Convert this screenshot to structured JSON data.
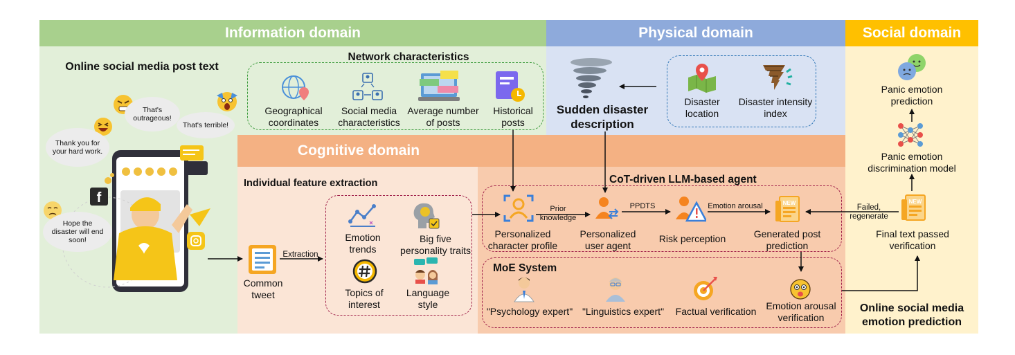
{
  "domains": {
    "information": "Information domain",
    "physical": "Physical domain",
    "social": "Social domain",
    "cognitive": "Cognitive domain"
  },
  "colors": {
    "information_header": "#a8d08d",
    "information_bg": "#e2efd9",
    "physical_header": "#8eaadb",
    "physical_bg": "#d9e2f3",
    "social_header": "#ffc000",
    "social_bg": "#fff2cc",
    "cognitive_header": "#f4b183",
    "cognitive_bg": "#fbe5d6",
    "cognitive_agent_bg": "#f8cbad",
    "green_dash": "#3a9a3a",
    "blue_dash": "#2e75b6",
    "red_dash": "#a0204a"
  },
  "left": {
    "title": "Online social media post text",
    "bubbles": [
      "That's outrageous!",
      "Thank you for your hard work.",
      "That's terrible!",
      "Hope the disaster will end soon!"
    ]
  },
  "network": {
    "title": "Network characteristics",
    "items": [
      {
        "label": "Geographical coordinates",
        "icon": "globe-pin-icon"
      },
      {
        "label": "Social media characteristics",
        "icon": "network-users-icon"
      },
      {
        "label": "Average number of posts",
        "icon": "laptop-posts-icon"
      },
      {
        "label": "Historical posts",
        "icon": "document-clock-icon"
      }
    ]
  },
  "physical": {
    "items": [
      {
        "label": "Disaster location",
        "icon": "map-pin-icon"
      },
      {
        "label": "Disaster intensity index",
        "icon": "tornado-icon"
      }
    ],
    "disaster": "Sudden disaster description"
  },
  "social": {
    "prediction": "Panic emotion prediction",
    "model": "Panic emotion discrimination model",
    "final": "Final text passed verification",
    "failed": "Failed, regenerate",
    "bottom": "Online social media emotion prediction"
  },
  "cognitive": {
    "feature_title": "Individual feature extraction",
    "common_tweet": "Common tweet",
    "extraction": "Extraction",
    "features": [
      {
        "label": "Emotion trends",
        "icon": "trend-icon"
      },
      {
        "label": "Big five personality traits",
        "icon": "personality-head-icon"
      },
      {
        "label": "Topics of interest",
        "icon": "hashtag-icon"
      },
      {
        "label": "Language style",
        "icon": "speech-people-icon"
      }
    ],
    "agent_title": "CoT-driven LLM-based agent",
    "profile": "Personalized character profile",
    "prior": "Prior knowledge",
    "user_agent": "Personalized user agent",
    "ppdts": "PPDTS",
    "risk": "Risk perception",
    "arousal": "Emotion arousal",
    "generated": "Generated post prediction",
    "moe_title": "MoE System",
    "experts": [
      {
        "label": "\"Psychology expert\"",
        "icon": "doctor-icon"
      },
      {
        "label": "\"Linguistics expert\"",
        "icon": "scholar-icon"
      },
      {
        "label": "Factual verification",
        "icon": "target-icon"
      },
      {
        "label": "Emotion arousal verification",
        "icon": "emoji-icon"
      }
    ]
  }
}
